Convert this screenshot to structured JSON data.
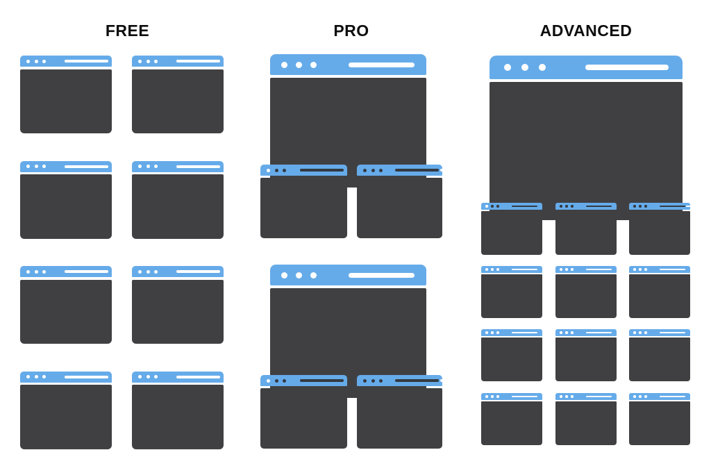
{
  "illustration": {
    "type": "pricing-tier-comparison",
    "background": "#ffffff"
  },
  "colors": {
    "titlebar_blue": "#66abe9",
    "window_body_dark": "#404043",
    "dot_light": "#ffffff",
    "dot_dark": "#333a42",
    "heading_text": "#0d0d0d"
  },
  "columns": [
    {
      "id": "free",
      "label": "FREE",
      "windows_shown": 8,
      "arrangement": "2x4 grid of small browser windows"
    },
    {
      "id": "pro",
      "label": "PRO",
      "windows_shown": 6,
      "arrangement": "2 clusters, each 1 large browser window with 2 small windows overlapping its bottom"
    },
    {
      "id": "advanced",
      "label": "ADVANCED",
      "windows_shown": 13,
      "arrangement": "1 large browser window with 3 small windows overlapping its bottom, above a 3x3 grid of small windows"
    }
  ]
}
